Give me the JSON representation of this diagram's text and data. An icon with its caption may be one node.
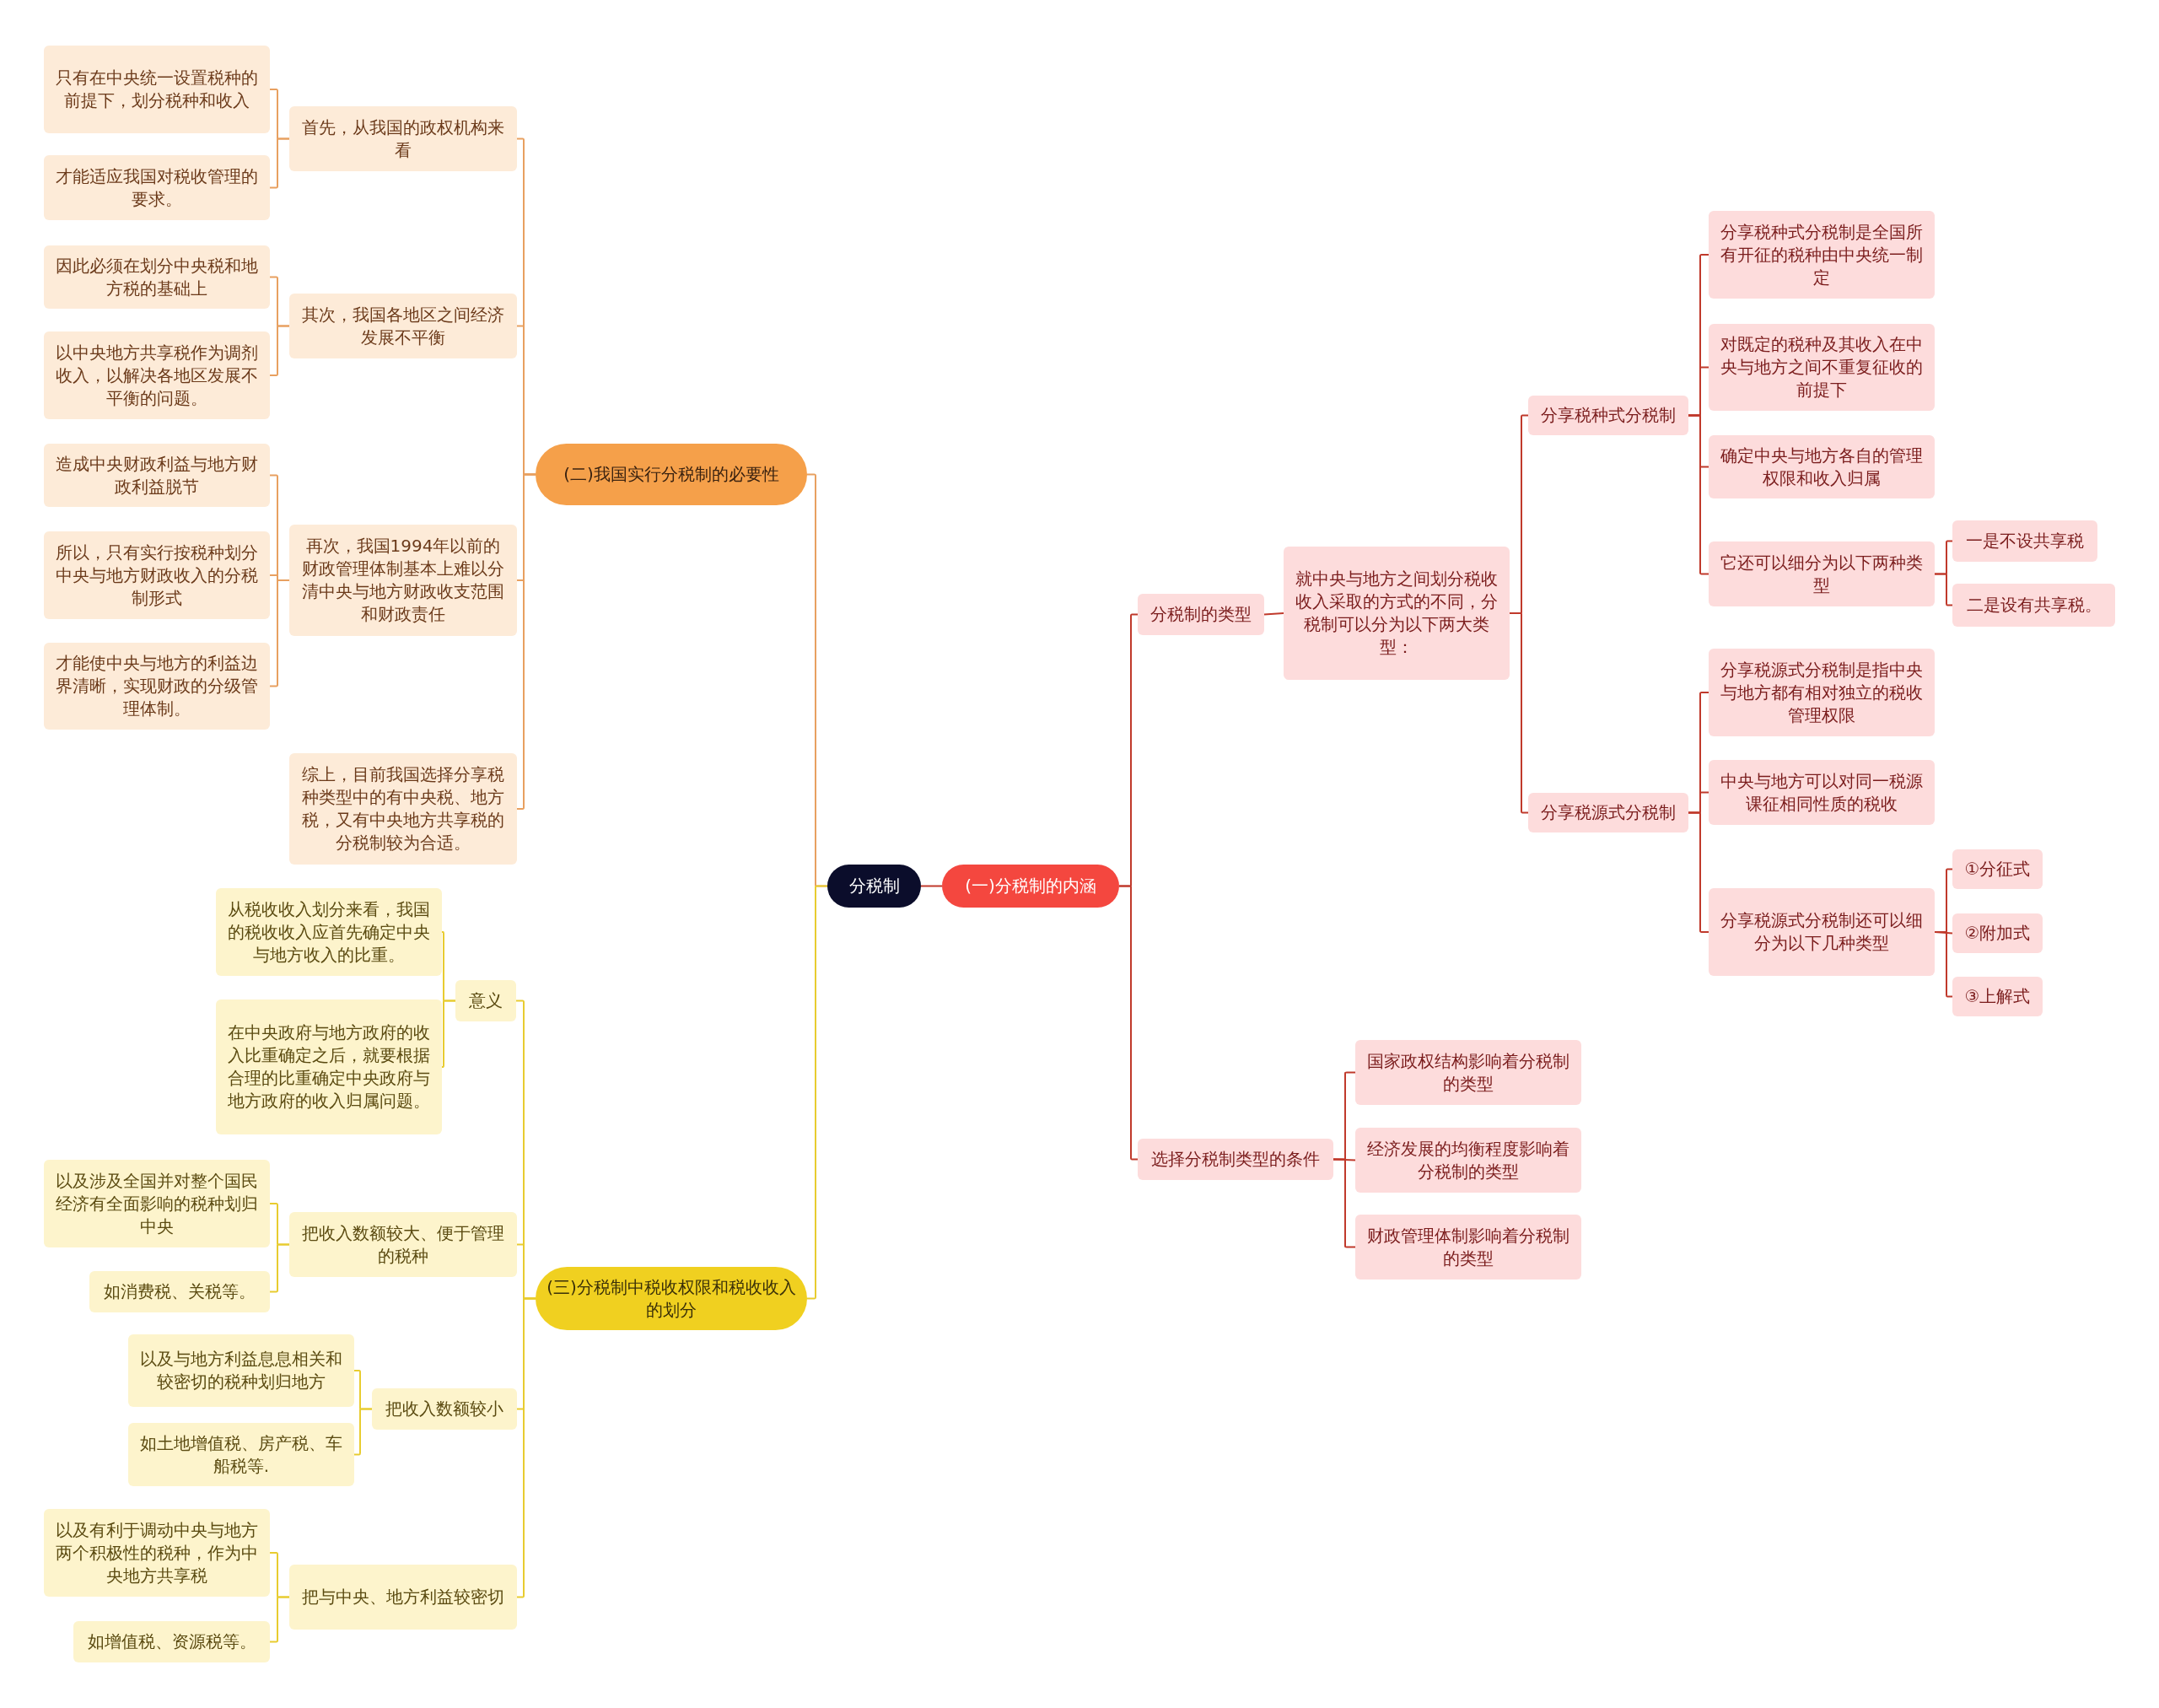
{
  "diagram": {
    "nodes": [
      {
        "text": [
          "分税制"
        ]
      },
      {
        "text": [
          "(一)分税制的内涵"
        ]
      },
      {
        "text": [
          "分税制的类型"
        ]
      },
      {
        "text": [
          "就中央与地方之间划分税收收入采取的方式的不同，分税制可以分为以下两大类型："
        ]
      },
      {
        "text": [
          "分享税种式分税制"
        ]
      },
      {
        "text": [
          "分享税种式分税制是全国所有开征的税种由中央统一制定"
        ]
      },
      {
        "text": [
          "对既定的税种及其收入在中央与地方之间不重复征收的前提下"
        ]
      },
      {
        "text": [
          "确定中央与地方各自的管理权限和收入归属"
        ]
      },
      {
        "text": [
          "它还可以细分为以下两种类型"
        ]
      },
      {
        "text": [
          "一是不设共享税"
        ]
      },
      {
        "text": [
          "二是设有共享税。"
        ]
      },
      {
        "text": [
          "分享税源式分税制"
        ]
      },
      {
        "text": [
          "分享税源式分税制是指中央与地方都有相对独立的税收管理权限"
        ]
      },
      {
        "text": [
          "中央与地方可以对同一税源课征相同性质的税收"
        ]
      },
      {
        "text": [
          "分享税源式分税制还可以细分为以下几种类型"
        ]
      },
      {
        "text": [
          "①分征式"
        ]
      },
      {
        "text": [
          "②附加式"
        ]
      },
      {
        "text": [
          "③上解式"
        ]
      },
      {
        "text": [
          "选择分税制类型的条件"
        ]
      },
      {
        "text": [
          "国家政权结构影响着分税制的类型"
        ]
      },
      {
        "text": [
          "经济发展的均衡程度影响着分税制的类型"
        ]
      },
      {
        "text": [
          "财政管理体制影响着分税制的类型"
        ]
      },
      {
        "text": [
          "(二)我国实行分税制的必要性"
        ]
      },
      {
        "text": [
          "首先，从我国的政权机构来看"
        ]
      },
      {
        "text": [
          "只有在中央统一设置税种的前提下，划分税种和收入"
        ]
      },
      {
        "text": [
          "才能适应我国对税收管理的要求。"
        ]
      },
      {
        "text": [
          "其次，我国各地区之间经济发展不平衡"
        ]
      },
      {
        "text": [
          "因此必须在划分中央税和地方税的基础上"
        ]
      },
      {
        "text": [
          "以中央地方共享税作为调剂收入，以解决各地区发展不平衡的问题。"
        ]
      },
      {
        "text": [
          "再次，我国1994年以前的财政管理体制基本上难以分清中央与地方财政收支范围和财政责任"
        ]
      },
      {
        "text": [
          "造成中央财政利益与地方财政利益脱节"
        ]
      },
      {
        "text": [
          "所以，只有实行按税种划分中央与地方财政收入的分税制形式"
        ]
      },
      {
        "text": [
          "才能使中央与地方的利益边界清晰，实现财政的分级管理体制。"
        ]
      },
      {
        "text": [
          "综上，目前我国选择分享税种类型中的有中央税、地方税，又有中央地方共享税的分税制较为合适。"
        ]
      },
      {
        "text": [
          "(三)分税制中税收权限和税收收入的划分"
        ]
      },
      {
        "text": [
          "意义"
        ]
      },
      {
        "text": [
          "从税收收入划分来看，我国的税收收入应首先确定中央与地方收入的比重。"
        ]
      },
      {
        "text": [
          "在中央政府与地方政府的收入比重确定之后，就要根据合理的比重确定中央政府与地方政府的收入归属问题。"
        ]
      },
      {
        "text": [
          "把收入数额较大、便于管理的税种"
        ]
      },
      {
        "text": [
          "以及涉及全国并对整个国民经济有全面影响的税种划归中央"
        ]
      },
      {
        "text": [
          "如消费税、关税等。"
        ]
      },
      {
        "text": [
          "把收入数额较小"
        ]
      },
      {
        "text": [
          "以及与地方利益息息相关和较密切的税种划归地方"
        ]
      },
      {
        "text": [
          "如土地增值税、房产税、车船税等."
        ]
      },
      {
        "text": [
          "把与中央、地方利益较密切"
        ]
      },
      {
        "text": [
          "以及有利于调动中央与地方两个积极性的税种，作为中央地方共享税"
        ]
      },
      {
        "text": [
          "如增值税、资源税等。"
        ]
      }
    ],
    "edges": [
      {
        "from": 0,
        "to": 1,
        "arrow": "none"
      },
      {
        "from": 1,
        "to": 2,
        "arrow": "none"
      },
      {
        "from": 2,
        "to": 3,
        "arrow": "none"
      },
      {
        "from": 3,
        "to": 4,
        "arrow": "none"
      },
      {
        "from": 4,
        "to": 5,
        "arrow": "none"
      },
      {
        "from": 4,
        "to": 6,
        "arrow": "none"
      },
      {
        "from": 4,
        "to": 7,
        "arrow": "none"
      },
      {
        "from": 4,
        "to": 8,
        "arrow": "none"
      },
      {
        "from": 8,
        "to": 9,
        "arrow": "none"
      },
      {
        "from": 8,
        "to": 10,
        "arrow": "none"
      },
      {
        "from": 3,
        "to": 11,
        "arrow": "none"
      },
      {
        "from": 11,
        "to": 12,
        "arrow": "none"
      },
      {
        "from": 11,
        "to": 13,
        "arrow": "none"
      },
      {
        "from": 11,
        "to": 14,
        "arrow": "none"
      },
      {
        "from": 14,
        "to": 15,
        "arrow": "none"
      },
      {
        "from": 14,
        "to": 16,
        "arrow": "none"
      },
      {
        "from": 14,
        "to": 17,
        "arrow": "none"
      },
      {
        "from": 1,
        "to": 18,
        "arrow": "none"
      },
      {
        "from": 18,
        "to": 19,
        "arrow": "none"
      },
      {
        "from": 18,
        "to": 20,
        "arrow": "none"
      },
      {
        "from": 18,
        "to": 21,
        "arrow": "none"
      },
      {
        "from": 0,
        "to": 22,
        "arrow": "none",
        "color": "#e8a060"
      },
      {
        "from": 22,
        "to": 23,
        "arrow": "none",
        "color": "#e8a060"
      },
      {
        "from": 23,
        "to": 24,
        "arrow": "none",
        "color": "#e8a060"
      },
      {
        "from": 23,
        "to": 25,
        "arrow": "none",
        "color": "#e8a060"
      },
      {
        "from": 22,
        "to": 26,
        "arrow": "none",
        "color": "#e8a060"
      },
      {
        "from": 26,
        "to": 27,
        "arrow": "none",
        "color": "#e8a060"
      },
      {
        "from": 26,
        "to": 28,
        "arrow": "none",
        "color": "#e8a060"
      },
      {
        "from": 22,
        "to": 29,
        "arrow": "none",
        "color": "#e8a060"
      },
      {
        "from": 29,
        "to": 30,
        "arrow": "none",
        "color": "#e8a060"
      },
      {
        "from": 29,
        "to": 31,
        "arrow": "none",
        "color": "#e8a060"
      },
      {
        "from": 29,
        "to": 32,
        "arrow": "none",
        "color": "#e8a060"
      },
      {
        "from": 22,
        "to": 33,
        "arrow": "none",
        "color": "#e8a060"
      },
      {
        "from": 0,
        "to": 34,
        "arrow": "none",
        "color": "#e8cc30"
      },
      {
        "from": 34,
        "to": 35,
        "arrow": "none",
        "color": "#e8cc30"
      },
      {
        "from": 35,
        "to": 36,
        "arrow": "none",
        "color": "#e8cc30"
      },
      {
        "from": 35,
        "to": 37,
        "arrow": "none",
        "color": "#e8cc30"
      },
      {
        "from": 34,
        "to": 38,
        "arrow": "none",
        "color": "#e8cc30"
      },
      {
        "from": 38,
        "to": 39,
        "arrow": "none",
        "color": "#e8cc30"
      },
      {
        "from": 38,
        "to": 40,
        "arrow": "none",
        "color": "#e8cc30"
      },
      {
        "from": 34,
        "to": 41,
        "arrow": "none",
        "color": "#e8cc30"
      },
      {
        "from": 41,
        "to": 42,
        "arrow": "none",
        "color": "#e8cc30"
      },
      {
        "from": 41,
        "to": 43,
        "arrow": "none",
        "color": "#e8cc30"
      },
      {
        "from": 34,
        "to": 44,
        "arrow": "none",
        "color": "#e8cc30"
      },
      {
        "from": 44,
        "to": 45,
        "arrow": "none",
        "color": "#e8cc30"
      },
      {
        "from": 44,
        "to": 46,
        "arrow": "none",
        "color": "#e8cc30"
      }
    ]
  }
}
